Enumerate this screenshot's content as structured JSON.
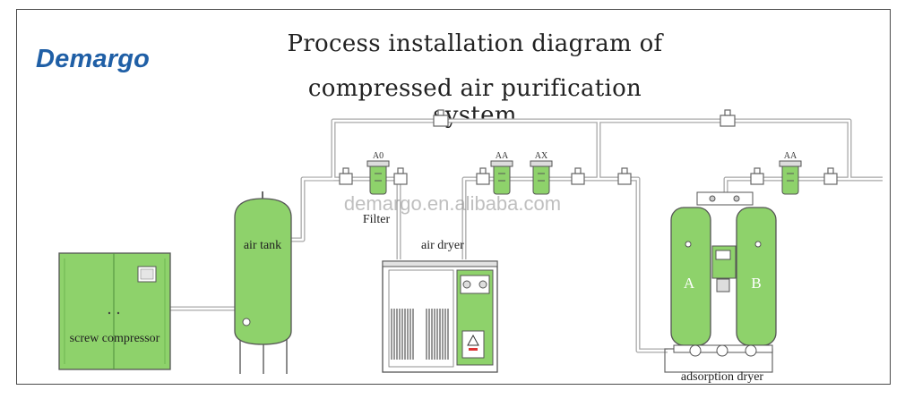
{
  "brand": {
    "name": "Demargo",
    "watermark": "demargo.en.alibaba.com"
  },
  "title": {
    "line1": "Process installation diagram of",
    "line2": "compressed air purification system"
  },
  "components": {
    "screw_compressor": "screw compressor",
    "air_tank": "air tank",
    "filter": "Filter",
    "air_dryer": "air dryer",
    "adsorption_dryer": "adsorption dryer",
    "tower_a": "A",
    "tower_b": "B"
  },
  "filter_tags": {
    "f1": "A0",
    "f2": "AA",
    "f3": "AX",
    "f4": "AA"
  },
  "colors": {
    "equipment_green": "#8ed26b",
    "pipe": "#b9b9b9",
    "outline": "#555555",
    "brand_blue": "#1f5fa6"
  }
}
